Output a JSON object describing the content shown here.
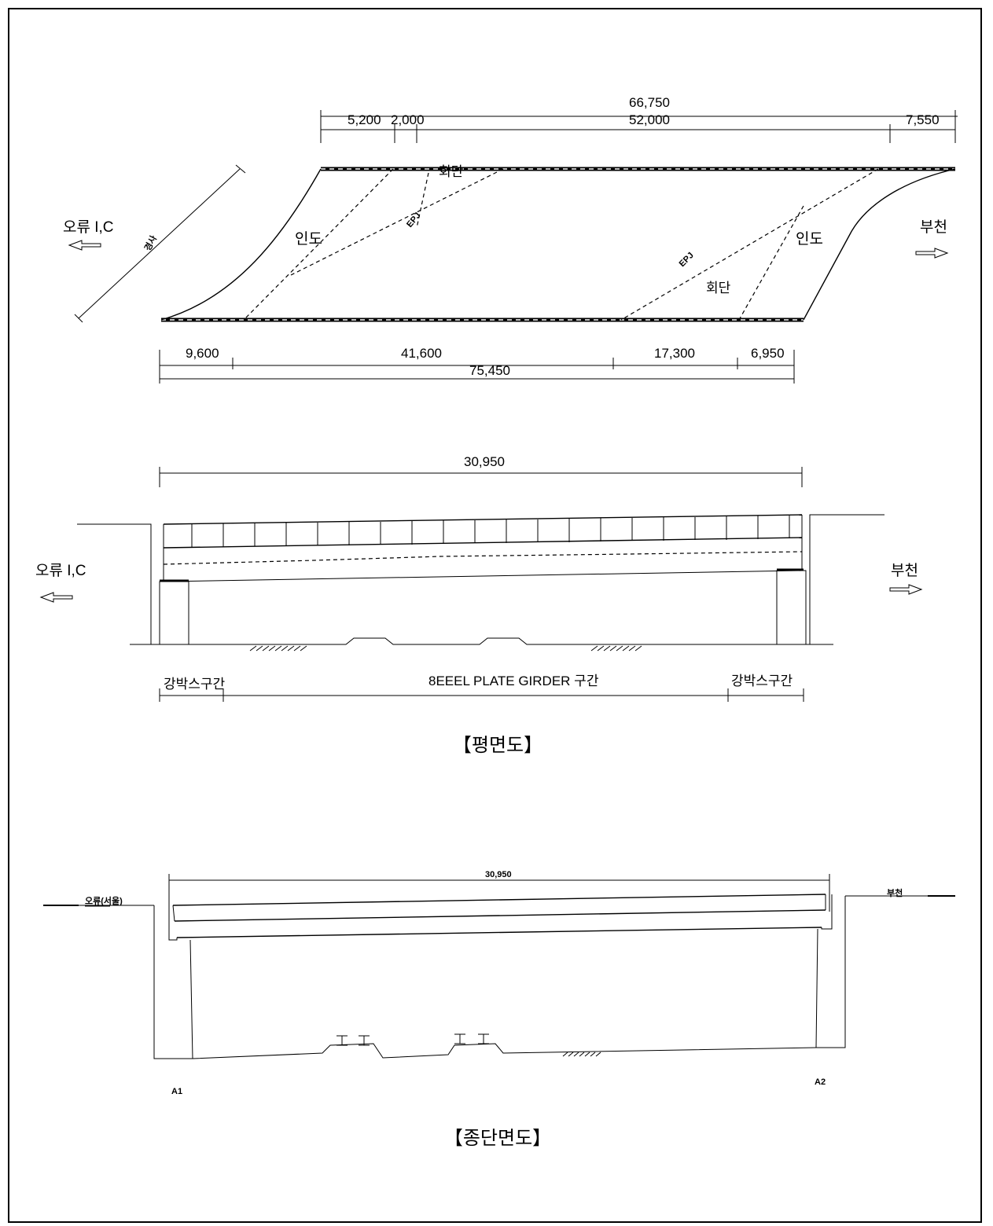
{
  "plan": {
    "top_dims": {
      "d1": "5,200",
      "d2": "2,000",
      "total": "66,750",
      "d3": "52,000",
      "d4": "7,550"
    },
    "bottom_dims": {
      "d1": "9,600",
      "d2": "41,600",
      "d3": "17,300",
      "d4": "6,950",
      "total": "75,450"
    },
    "left_dest": "오류 I,C",
    "right_dest": "부천",
    "sidewalk_left": "인도",
    "sidewalk_right": "인도",
    "crosswalk_top": "회단",
    "crosswalk_bottom": "회단",
    "joint_left": "EPJ",
    "joint_right": "EPJ",
    "skew_label": "경사"
  },
  "elevation": {
    "span_dim": "30,950",
    "left_dest": "오류 I,C",
    "right_dest": "부천",
    "left_section": "강박스구간",
    "middle_section": "8EEEL PLATE GIRDER 구간",
    "right_section": "강박스구간"
  },
  "caption_plan": "【평면도】",
  "profile": {
    "span_dim": "30,950",
    "left_dest": "오류(서울)",
    "right_dest": "부천",
    "abutment_left": "A1",
    "abutment_right": "A2"
  },
  "caption_profile": "【종단면도】"
}
